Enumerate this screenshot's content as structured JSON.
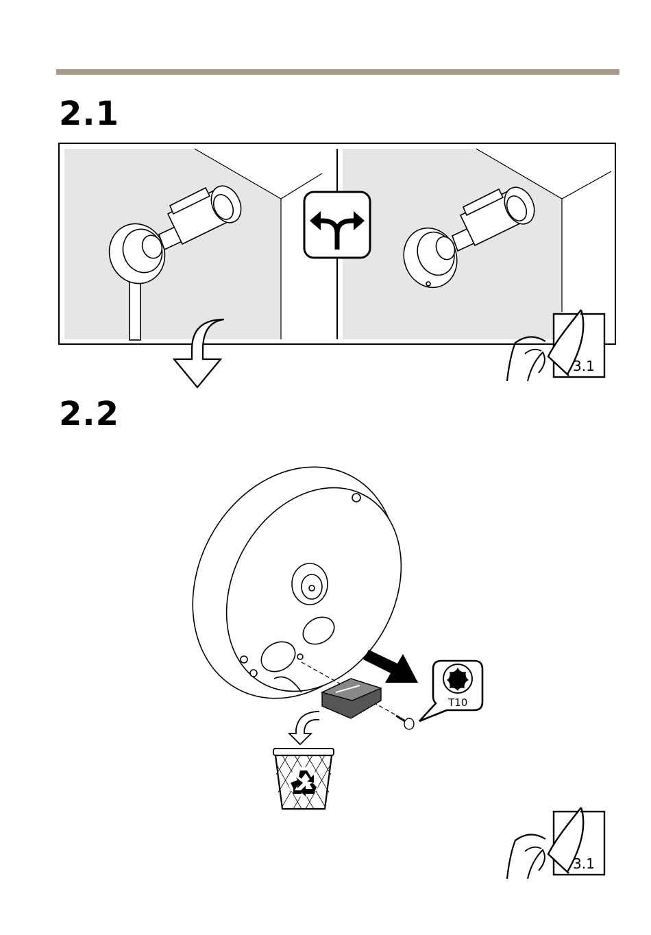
{
  "section_2_1": {
    "heading": "2.1"
  },
  "section_2_2": {
    "heading": "2.2",
    "tool_label": "T10"
  },
  "page_refs": {
    "first": "3.1",
    "second": "3.1"
  },
  "colors": {
    "rule": "#a89a8a",
    "wall_fill": "#e6e6e6"
  },
  "icons": [
    "split-arrow-icon",
    "down-arrow-icon",
    "page-turn-icon",
    "torx-icon",
    "trash-recycle-icon",
    "curved-arrow-icon",
    "direction-arrow-icon"
  ]
}
